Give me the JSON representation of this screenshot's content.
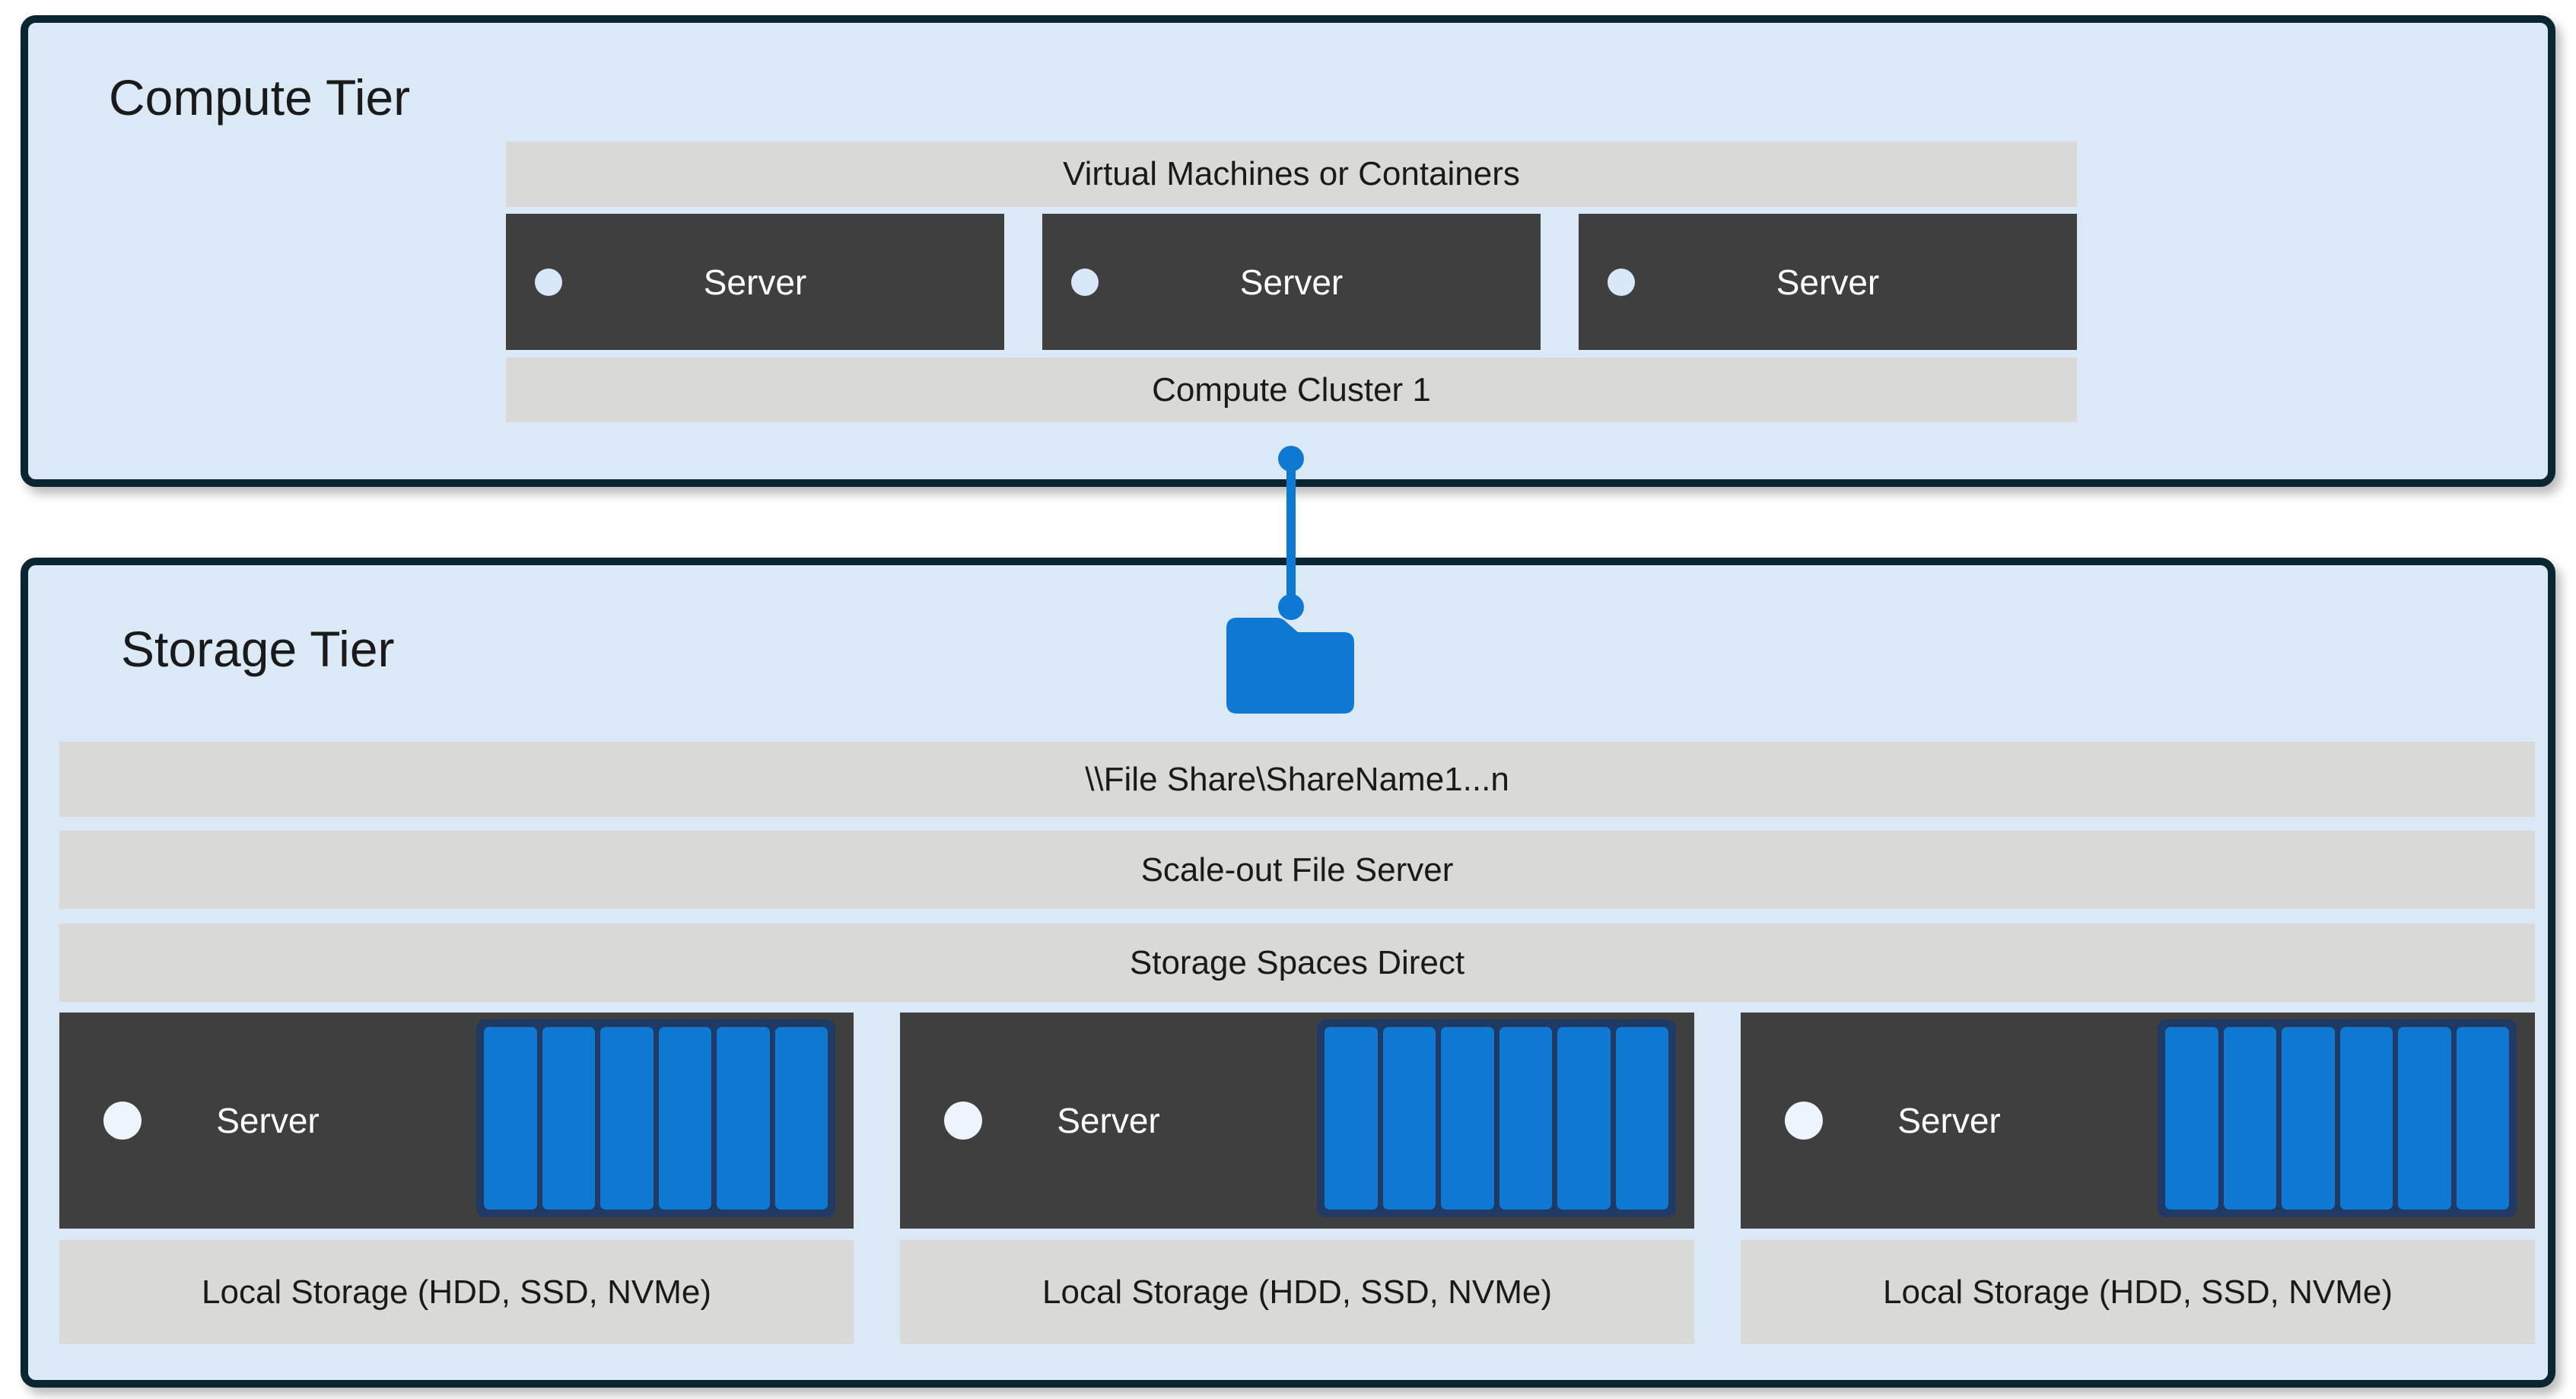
{
  "colors": {
    "tier-fill": "#dbe9f7",
    "tier-border": "#0b2633",
    "bar-gray": "#d9d9d6",
    "box-dark": "#3f3f3f",
    "blue": "#0e79d2",
    "disk-navy": "#1f3a64",
    "dot-light": "#d9e8f8",
    "dot-lighter": "#edf4fc",
    "text-dark": "#1a1a1a"
  },
  "compute_tier": {
    "title": "Compute Tier",
    "vm_bar_label": "Virtual Machines or Containers",
    "cluster_bar_label": "Compute Cluster 1",
    "servers": [
      {
        "label": "Server"
      },
      {
        "label": "Server"
      },
      {
        "label": "Server"
      }
    ]
  },
  "connector": {
    "icon": "folder-icon",
    "style": "blue line with round endpoints linking Compute Cluster 1 to the file share folder"
  },
  "storage_tier": {
    "title": "Storage Tier",
    "bars": [
      "\\\\File Share\\ShareName1...n",
      "Scale-out File Server",
      "Storage Spaces Direct"
    ],
    "servers": [
      {
        "label": "Server",
        "disk_count": 6,
        "local_storage_label": "Local Storage (HDD, SSD, NVMe)"
      },
      {
        "label": "Server",
        "disk_count": 6,
        "local_storage_label": "Local Storage (HDD, SSD, NVMe)"
      },
      {
        "label": "Server",
        "disk_count": 6,
        "local_storage_label": "Local Storage (HDD, SSD, NVMe)"
      }
    ]
  }
}
